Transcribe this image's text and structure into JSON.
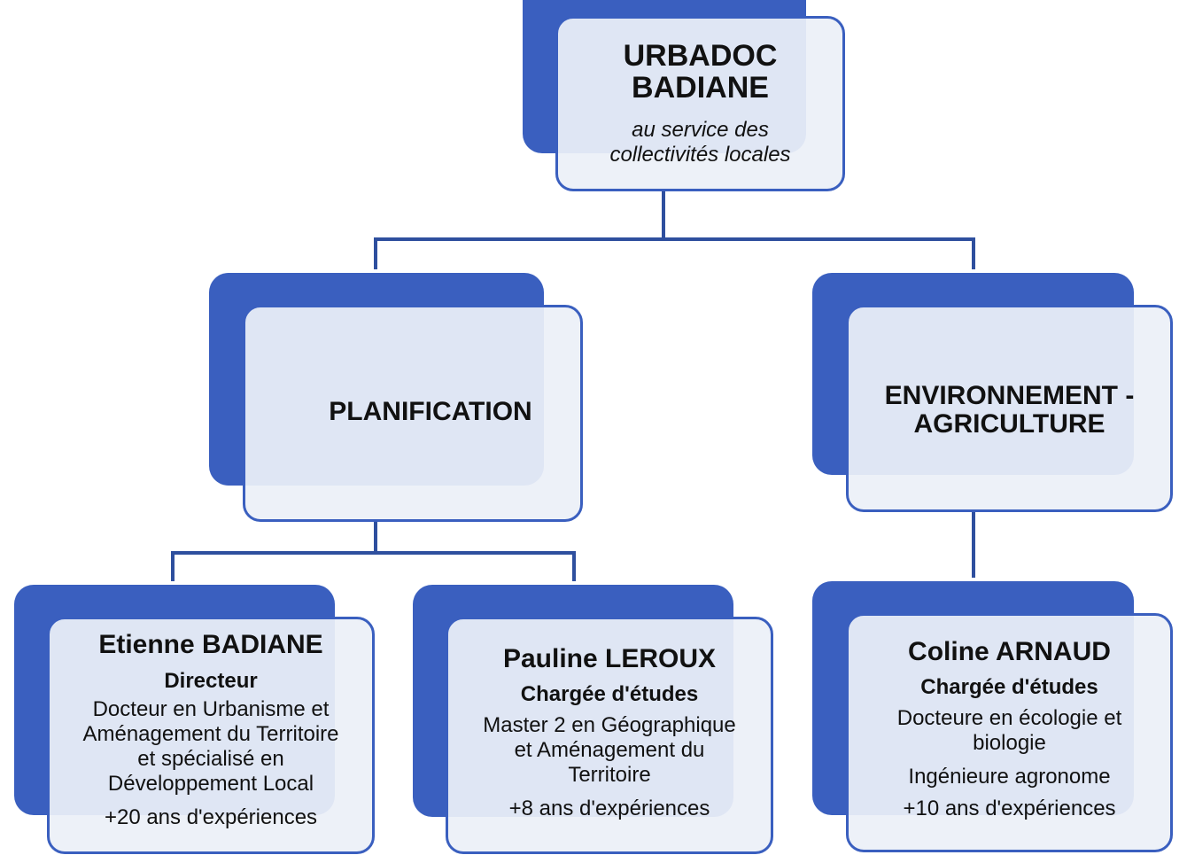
{
  "root": {
    "title_lines": [
      "URBADOC",
      "BADIANE"
    ],
    "subtitle_lines": [
      "au service des",
      "collectivités locales"
    ]
  },
  "branches": [
    {
      "title_lines": [
        "PLANIFICATION"
      ]
    },
    {
      "title_lines": [
        "ENVIRONNEMENT -",
        "AGRICULTURE"
      ]
    }
  ],
  "people": [
    {
      "name": "Etienne BADIANE",
      "role": "Directeur",
      "description_lines": [
        "Docteur en Urbanisme et",
        "Aménagement du Territoire",
        "et spécialisé en",
        "Développement Local"
      ],
      "experience": "+20 ans d'expériences"
    },
    {
      "name": "Pauline LEROUX",
      "role": "Chargée d'études",
      "description_lines": [
        "Master 2 en Géographique",
        "et Aménagement du",
        "Territoire"
      ],
      "experience": "+8 ans d'expériences"
    },
    {
      "name": "Coline ARNAUD",
      "role": "Chargée d'études",
      "description_lines": [
        "Docteure en écologie et",
        "biologie"
      ],
      "extra": "Ingénieure agronome",
      "experience": "+10 ans d'expériences"
    }
  ],
  "colors": {
    "accent": "#3a5fbf",
    "card_fill": "#ecf0f8",
    "text": "#111111"
  }
}
